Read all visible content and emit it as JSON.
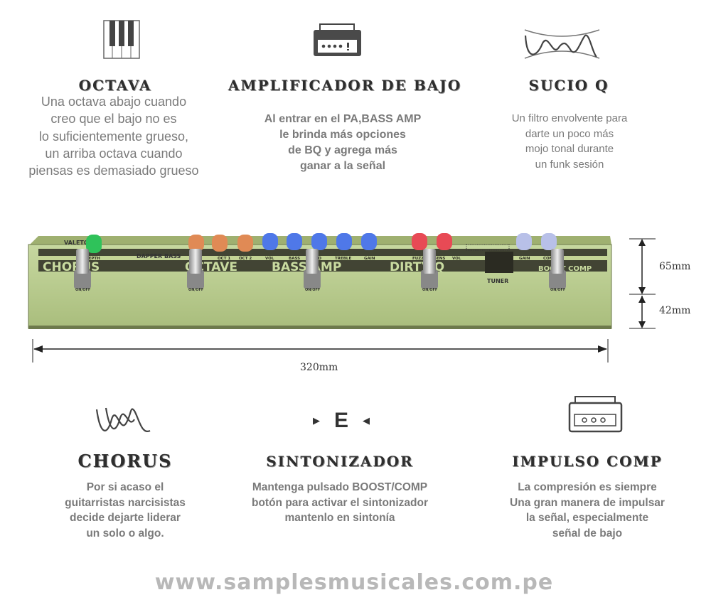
{
  "features_top": [
    {
      "icon": "piano-keys-icon",
      "title": "OCTAVA",
      "lines": [
        "Una octava abajo cuando",
        "creo que el bajo no es",
        "lo suficientemente grueso,",
        "un arriba octava cuando",
        "piensas es demasiado grueso"
      ]
    },
    {
      "icon": "amplifier-icon",
      "title": "AMPLIFICADOR DE BAJO",
      "lines": [
        "Al entrar en el PA,BASS AMP",
        "le brinda más opciones",
        "de BQ y agrega más",
        "ganar a la señal"
      ]
    },
    {
      "icon": "envelope-filter-wave-icon",
      "title": "SUCIO Q",
      "lines": [
        "Un filtro envolvente para",
        "darte un poco más",
        "mojo tonal durante",
        "un funk sesión"
      ]
    }
  ],
  "features_bottom": [
    {
      "icon": "chorus-wave-icon",
      "title": "CHORUS",
      "lines": [
        "Por si acaso el",
        "guitarristas narcisistas",
        "decide dejarte liderar",
        "un solo o algo."
      ]
    },
    {
      "icon": "tuner-icon",
      "icon_letter": "E",
      "title": "SINTONIZADOR",
      "lines": [
        "Mantenga pulsado BOOST/COMP",
        "botón para activar el sintonizador",
        "mantenlo en sintonía"
      ]
    },
    {
      "icon": "boost-amp-icon",
      "title": "IMPULSO COMP",
      "lines": [
        "La compresión es siempre",
        "Una gran manera de impulsar",
        "la señal, especialmente",
        "señal de bajo"
      ]
    }
  ],
  "pedal": {
    "brand": "VALETON",
    "model": "DAPPER BASS",
    "sections": [
      "CHORUS",
      "OCTAVE",
      "BASS AMP",
      "DIRTY Q",
      "BOOST COMP"
    ],
    "knob_labels": [
      "DEPTH",
      "OCT 1",
      "OCT 2",
      "VOL",
      "BASS",
      "MID",
      "TREBLE",
      "GAIN",
      "FUZZ",
      "SENS",
      "VOL",
      "GAIN",
      "COMP"
    ],
    "switch_label": "ON/OFF",
    "tuner_label": "TUNER",
    "colors": {
      "body": "#b6c98c",
      "chorus_led": "#2fc25a",
      "octave": "#e08a55",
      "bass_amp": "#4f78e8",
      "dirty_q": "#e84a55",
      "boost": "#b8c0e8"
    }
  },
  "dimensions": {
    "height": "65mm",
    "depth": "42mm",
    "width": "320mm"
  },
  "footer": "www.samplesmusicales.com.pe"
}
